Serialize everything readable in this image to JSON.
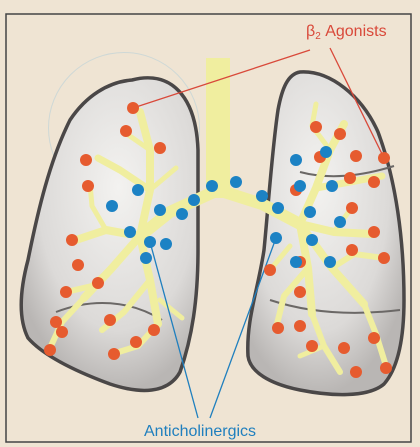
{
  "labels": {
    "beta_prefix": "β",
    "beta_subscript": "2",
    "beta_suffix": " Agonists",
    "anticholinergics": "Anticholinergics"
  },
  "colors": {
    "background": "#efe4d3",
    "lung_fill": "#e8e6e3",
    "lung_shadow": "#bdbab8",
    "lung_outline": "#4a4747",
    "airway": "#f0ee9f",
    "agonist_dot": "#e65b2f",
    "agonist_line": "#d9493a",
    "anticholinergic_dot": "#1c82c4",
    "anticholinergic_line": "#1f7fbe",
    "frame": "#444444"
  }
}
